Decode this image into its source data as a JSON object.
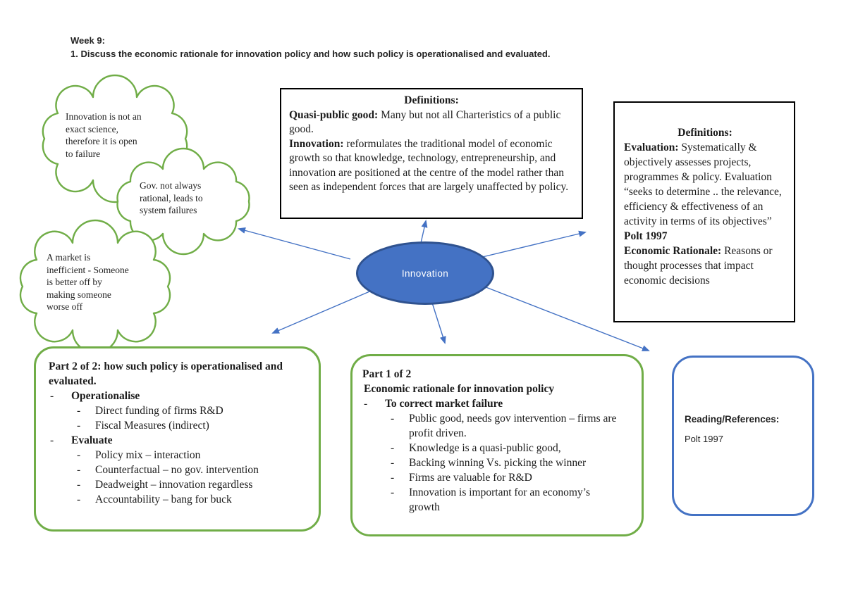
{
  "header": {
    "line1": "Week 9:",
    "line2": "1. Discuss the economic rationale for innovation policy and how such policy is operationalised and evaluated."
  },
  "clouds": [
    {
      "text": "Innovation is not an\nexact science,\ntherefore it is open\nto failure"
    },
    {
      "text": "Gov. not always\nrational, leads to\nsystem failures"
    },
    {
      "text": "A market is\ninefficient - Someone\nis better off by\nmaking someone\nworse off"
    }
  ],
  "center": {
    "label": "Innovation"
  },
  "def_top": {
    "title": "Definitions:",
    "segments": [
      {
        "b": "Quasi-public good:",
        "t": " Many but not all Charteristics of a public good."
      },
      {
        "b": "Innovation:",
        "t": " reformulates the traditional model of economic growth so that knowledge, technology, entrepreneurship, and innovation are positioned at the centre of the model rather than seen as independent forces that are largely unaffected by policy."
      }
    ]
  },
  "def_right": {
    "title": "Definitions:",
    "segments": [
      {
        "b": "Evaluation:",
        "t": " Systematically & objectively assesses projects, programmes & policy. Evaluation “seeks to determine .. the relevance, efficiency & effectiveness of an activity in terms of its objectives” ",
        "b2": "Polt 1997"
      },
      {
        "b": "Economic Rationale:",
        "t": " Reasons or thought processes that impact economic decisions",
        "b2": ""
      }
    ]
  },
  "part2": {
    "title": "Part 2 of 2: how such policy is operationalised and evaluated.",
    "items": [
      {
        "level": 1,
        "bold": true,
        "text": "Operationalise"
      },
      {
        "level": 2,
        "bold": false,
        "text": "Direct funding of firms R&D"
      },
      {
        "level": 2,
        "bold": false,
        "text": "Fiscal Measures (indirect)"
      },
      {
        "level": 1,
        "bold": true,
        "text": "Evaluate"
      },
      {
        "level": 2,
        "bold": false,
        "text": "Policy mix – interaction"
      },
      {
        "level": 2,
        "bold": false,
        "text": "Counterfactual – no gov. intervention"
      },
      {
        "level": 2,
        "bold": false,
        "text": "Deadweight – innovation regardless"
      },
      {
        "level": 2,
        "bold": false,
        "text": "Accountability – bang for buck"
      }
    ]
  },
  "part1": {
    "title1": "Part 1 of 2",
    "title2": "Economic rationale for innovation policy",
    "items": [
      {
        "level": 1,
        "bold": true,
        "text": "To correct market failure"
      },
      {
        "level": 2,
        "bold": false,
        "text": "Public good, needs gov intervention – firms are\nprofit driven."
      },
      {
        "level": 2,
        "bold": false,
        "text": "Knowledge is a quasi-public good,"
      },
      {
        "level": 2,
        "bold": false,
        "text": "Backing winning Vs. picking the winner"
      },
      {
        "level": 2,
        "bold": false,
        "text": "Firms are valuable for R&D"
      },
      {
        "level": 2,
        "bold": false,
        "text": "Innovation is important for an economy’s\ngrowth"
      }
    ]
  },
  "reading": {
    "title": "Reading/References:",
    "text": "Polt 1997"
  },
  "colors": {
    "cloud_green": "#70AD47",
    "node_blue": "#4472C4",
    "node_blue_dark": "#2F528F",
    "arrow_blue": "#4472C4",
    "box_border": "#000000"
  }
}
